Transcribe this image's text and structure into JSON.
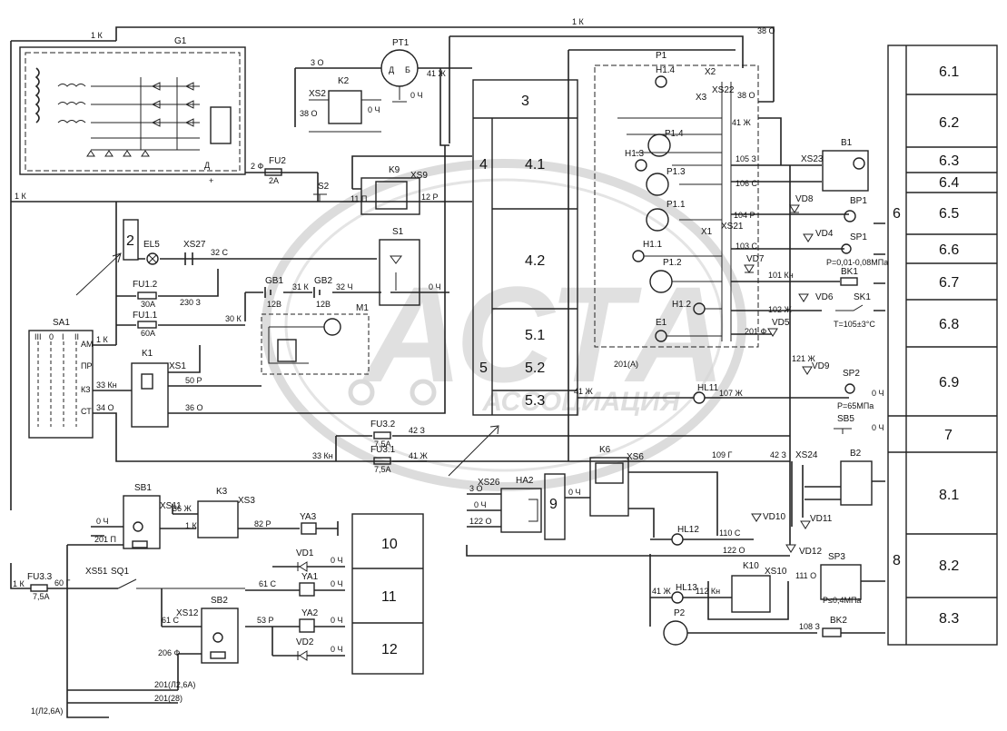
{
  "watermark": {
    "main": "АСТА",
    "sub": "АССОЦИАЦИЯ"
  },
  "components": {
    "G1": "G1",
    "PT1": "PT1",
    "K2": "K2",
    "XS2": "XS2",
    "FU2": "FU2",
    "FU2_rating": "2A",
    "S2": "S2",
    "K9": "K9",
    "XS9": "XS9",
    "EL5": "EL5",
    "XS27": "XS27",
    "S1": "S1",
    "FU1_2": "FU1.2",
    "FU1_2_rating": "30A",
    "GB1": "GB1",
    "GB2": "GB2",
    "GB_voltage": "12В",
    "FU1_1": "FU1.1",
    "FU1_1_rating": "60A",
    "M1": "M1",
    "SA1": "SA1",
    "K1": "K1",
    "XS1": "XS1",
    "FU3_2": "FU3.2",
    "FU3_1": "FU3.1",
    "FU3_rating": "7,5A",
    "SB1": "SB1",
    "XS11": "XS11",
    "K3": "K3",
    "XS3": "XS3",
    "YA3": "YA3",
    "VD1": "VD1",
    "YA1": "YA1",
    "YA2": "YA2",
    "VD2": "VD2",
    "FU3_3": "FU3.3",
    "XS51": "XS51",
    "SQ1": "SQ1",
    "XS12": "XS12",
    "SB2": "SB2",
    "HA2": "HA2",
    "XS26": "XS26",
    "K6": "K6",
    "XS6": "XS6",
    "P1": "P1",
    "H1_4": "H1.4",
    "X2": "X2",
    "X3": "X3",
    "XS22": "XS22",
    "P1_4": "P1.4",
    "H1_3": "H1.3",
    "P1_3": "P1.3",
    "P1_1": "P1.1",
    "X1": "X1",
    "XS21": "XS21",
    "H1_1": "H1.1",
    "P1_2": "P1.2",
    "H1_2": "H1.2",
    "E1": "E1",
    "B1": "B1",
    "XS23": "XS23",
    "VD8": "VD8",
    "BP1": "BP1",
    "VD4": "VD4",
    "SP1": "SP1",
    "VD7": "VD7",
    "BK1": "BK1",
    "VD6": "VD6",
    "SK1": "SK1",
    "VD5": "VD5",
    "VD9": "VD9",
    "SP2": "SP2",
    "HL11": "HL11",
    "SB5": "SB5",
    "XS24": "XS24",
    "B2": "B2",
    "VD10": "VD10",
    "VD11": "VD11",
    "HL12": "HL12",
    "VD12": "VD12",
    "SP3": "SP3",
    "K10": "K10",
    "XS10": "XS10",
    "HL13": "HL13",
    "P2": "P2",
    "BK2": "BK2"
  },
  "wires": {
    "w1k": "1 К",
    "w38o": "38 О",
    "w3o": "3 О",
    "w41zh": "41 Ж",
    "w0ch": "0 Ч",
    "w2f": "2 Ф",
    "w11p": "11 П",
    "w12r": "12 Р",
    "w32s": "32 С",
    "w23oz": "230 З",
    "w31k": "31 К",
    "w32ch": "32 Ч",
    "w30k": "30 К",
    "w33kn": "33 Кн",
    "w34o": "34 О",
    "w50r": "50 Р",
    "w36o": "36 О",
    "w42z": "42 З",
    "w36zh": "36 Ж",
    "w201p": "201 П",
    "w82r": "82 Р",
    "w61s": "61 С",
    "w53r": "53 Р",
    "w206f": "206 Ф",
    "w60g": "60 Г",
    "w201l": "201(Л2,6А)",
    "w201b": "201(28)",
    "w1l": "1(Л2,6А)",
    "w122o": "122 О",
    "w109g": "109 Г",
    "w105z": "105 З",
    "w106s": "106 С",
    "w104r": "104 Р",
    "w103s": "103 С",
    "w101kn": "101 Кн",
    "w102zh": "102 Ж",
    "w201f": "201 Ф",
    "w121zh": "121 Ж",
    "w107zh": "107 Ж",
    "w110s": "110 С",
    "w111o": "111 О",
    "w112kn": "112 Кн",
    "w108z": "108 З",
    "w201a": "201(А)",
    "sp1_range": "Р=0,01-0,08МПа",
    "sp2_range": "Р=65МПа",
    "sk1_range": "Т=105±3°С",
    "sp3_range": "Р≤0,4МПа"
  },
  "zones_center": {
    "z3": "3",
    "z4": "4",
    "z4_1": "4.1",
    "z4_2": "4.2",
    "z5": "5",
    "z5_1": "5.1",
    "z5_2": "5.2",
    "z5_3": "5.3"
  },
  "zones_bottom": {
    "z10": "10",
    "z11": "11",
    "z12": "12"
  },
  "zones_right": {
    "z6": "6",
    "z6_1": "6.1",
    "z6_2": "6.2",
    "z6_3": "6.3",
    "z6_4": "6.4",
    "z6_5": "6.5",
    "z6_6": "6.6",
    "z6_7": "6.7",
    "z6_8": "6.8",
    "z6_9": "6.9",
    "z7": "7",
    "z8": "8",
    "z8_1": "8.1",
    "z8_2": "8.2",
    "z8_3": "8.3"
  },
  "zone_markers": {
    "z2": "2",
    "z9": "9"
  }
}
